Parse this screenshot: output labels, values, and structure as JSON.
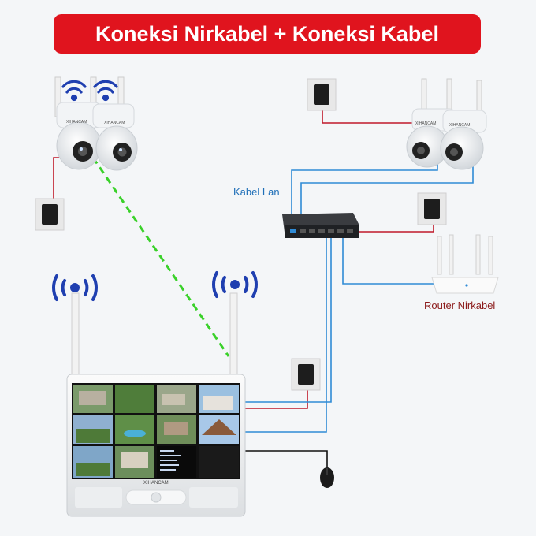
{
  "title": "Koneksi Nirkabel + Koneksi Kabel",
  "labels": {
    "lan_cable": "Kabel Lan",
    "router": "Router Nirkabel"
  },
  "brand": "XIHANCAM",
  "colors": {
    "banner": "#e0141e",
    "wifi": "#1f3fb0",
    "lan": "#2f8bd6",
    "power": "#c0192a",
    "wireless_link": "#3ad12a"
  },
  "icons": [
    "wifi-icon",
    "camera-icon",
    "power-adapter-icon",
    "network-switch-icon",
    "router-icon",
    "nvr-monitor-icon",
    "mouse-icon"
  ]
}
